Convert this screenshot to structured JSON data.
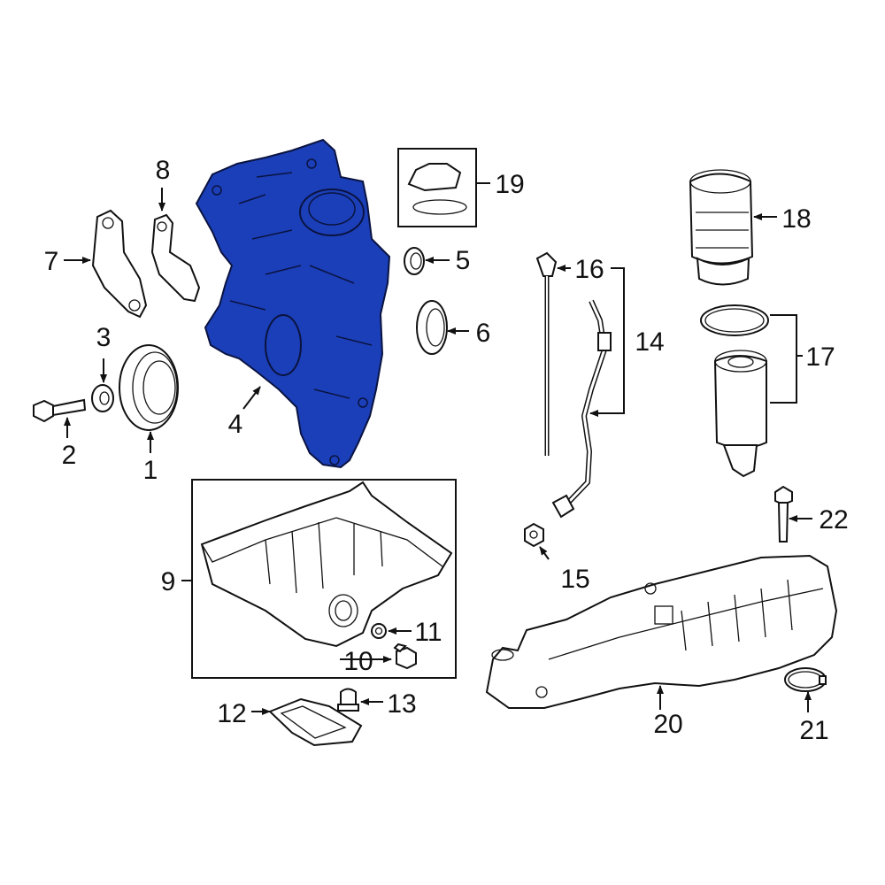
{
  "diagram": {
    "highlight_color": "#1b3fb8",
    "line_color": "#111111",
    "callouts": {
      "c1": "1",
      "c2": "2",
      "c3": "3",
      "c4": "4",
      "c5": "5",
      "c6": "6",
      "c7": "7",
      "c8": "8",
      "c9": "9",
      "c10": "10",
      "c11": "11",
      "c12": "12",
      "c13": "13",
      "c14": "14",
      "c15": "15",
      "c16": "16",
      "c17": "17",
      "c18": "18",
      "c19": "19",
      "c20": "20",
      "c21": "21",
      "c22": "22"
    }
  }
}
